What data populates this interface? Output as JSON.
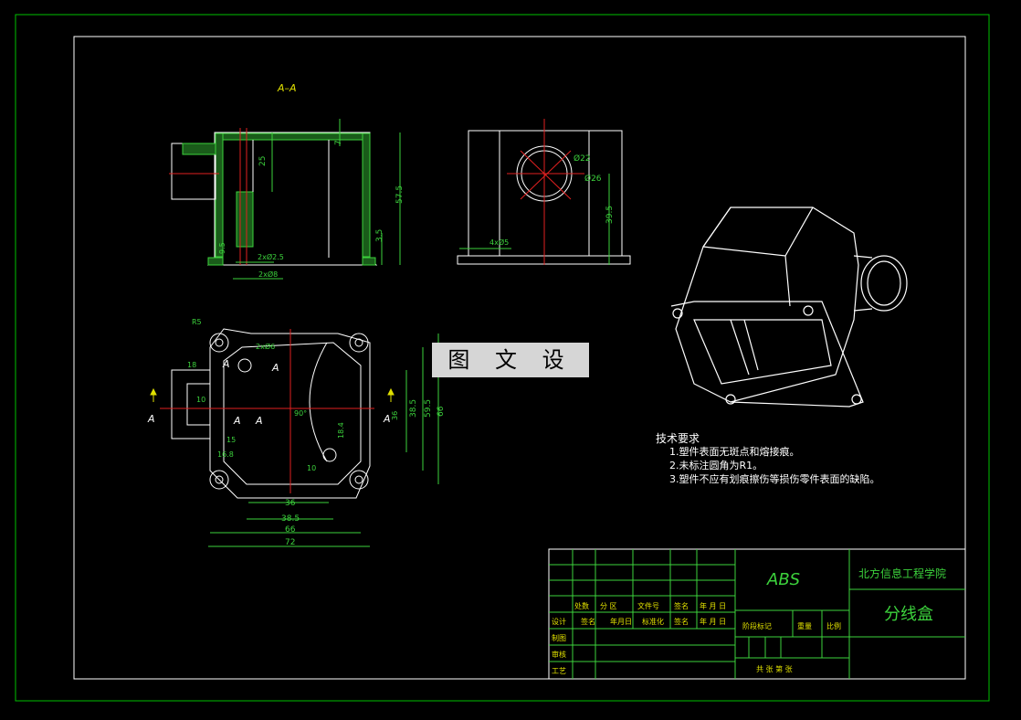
{
  "section_view": {
    "label": "A–A",
    "dims": {
      "d7": "7",
      "d25": "25",
      "d57_5": "57.5",
      "d3_5": "3.5",
      "d9_5": "9.5",
      "hole1": "2xØ2.5",
      "hole2": "2xØ8"
    }
  },
  "side_view": {
    "dims": {
      "d22": "Ø22",
      "d26": "Ø26",
      "d39_5": "39.5",
      "holes": "4xØ5"
    }
  },
  "plan_view": {
    "dims": {
      "r5": "R5",
      "hole6": "2xØ6",
      "d18": "18",
      "d10": "10",
      "d15": "15",
      "d16_8": "16.8",
      "d36w": "36",
      "d38_5w": "38.5",
      "d66w": "66",
      "d72w": "72",
      "d38_5h": "38.5",
      "d59_5h": "59.5",
      "d66h": "66",
      "d36h": "36",
      "d18_4": "18.4",
      "d10b": "10",
      "ang": "90°"
    },
    "section_marks": {
      "a": "A"
    }
  },
  "watermark": {
    "text": "图 文 设 计"
  },
  "tech_requirements": {
    "title": "技术要求",
    "items": [
      "1.塑件表面无斑点和熔接痕。",
      "2.未标注圆角为R1。",
      "3.塑件不应有划痕擦伤等损伤零件表面的缺陷。"
    ]
  },
  "title_block": {
    "material": "ABS",
    "school": "北方信息工程学院",
    "part_name": "分线盒",
    "headers": [
      "处数",
      "分 区",
      "文件号",
      "签名",
      "年 月 日"
    ],
    "row_design": [
      "设计",
      "签名",
      "年月日",
      "标准化",
      "签名",
      "年 月 日"
    ],
    "row_labels": [
      "制图",
      "审核",
      "工艺"
    ],
    "stage_labels": [
      "阶段标记",
      "重量",
      "比例"
    ],
    "sheet": "共   张 第   张"
  }
}
